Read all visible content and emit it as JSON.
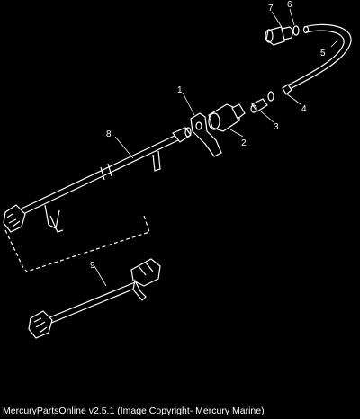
{
  "callouts": {
    "c1": "1",
    "c2": "2",
    "c3": "3",
    "c4": "4",
    "c5": "5",
    "c6": "6",
    "c7": "7",
    "c8": "8",
    "c9": "9"
  },
  "footer": {
    "text": "MercuryPartsOnline v2.5.1 (Image Copyright- Mercury Marine)"
  }
}
